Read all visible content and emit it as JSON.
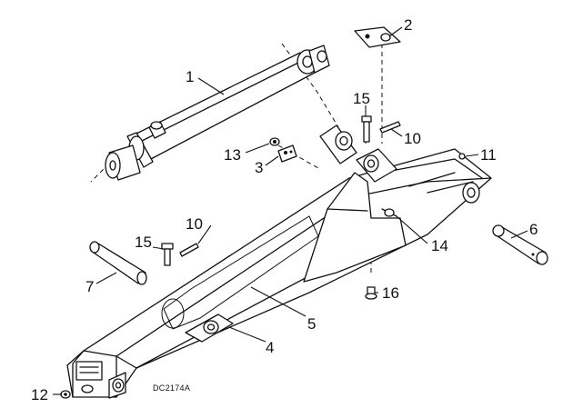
{
  "drawing": {
    "reference_code": "DC2174A",
    "callouts": [
      {
        "id": "c1",
        "text": "1"
      },
      {
        "id": "c2",
        "text": "2"
      },
      {
        "id": "c3",
        "text": "3"
      },
      {
        "id": "c4",
        "text": "4"
      },
      {
        "id": "c5",
        "text": "5"
      },
      {
        "id": "c6",
        "text": "6"
      },
      {
        "id": "c7",
        "text": "7"
      },
      {
        "id": "c10a",
        "text": "10"
      },
      {
        "id": "c10b",
        "text": "10"
      },
      {
        "id": "c11",
        "text": "11"
      },
      {
        "id": "c12",
        "text": "12"
      },
      {
        "id": "c13",
        "text": "13"
      },
      {
        "id": "c14",
        "text": "14"
      },
      {
        "id": "c15a",
        "text": "15"
      },
      {
        "id": "c15b",
        "text": "15"
      },
      {
        "id": "c16",
        "text": "16"
      }
    ]
  }
}
